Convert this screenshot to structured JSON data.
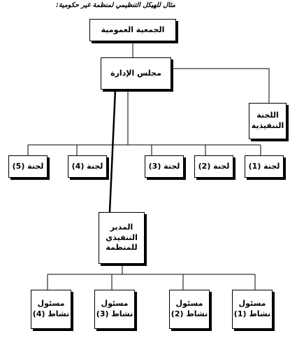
{
  "diagram": {
    "title": "مثال للهيكل التنظيمي لمنظمة غير حكومية:",
    "general_assembly": "الجمعية العمومية",
    "board": "مجلس الإدارة",
    "executive_committee": "اللجنة\nالتنفيذية",
    "committees": [
      "لجنة (1)",
      "لجنة (2)",
      "لجنة (3)",
      "لجنة (4)",
      "لجنة (5)"
    ],
    "director": "المدير\nالتنفيذي\nللمنظمة",
    "activity_heads": [
      "مسئول\nنشاط (1)",
      "مسئول\nنشاط (2)",
      "مسئول\nنشاط (3)",
      "مسئول\nنشاط (4)"
    ]
  }
}
